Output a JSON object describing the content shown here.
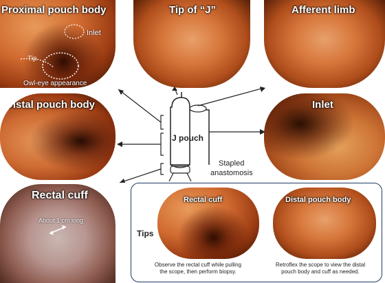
{
  "panels": {
    "proximal_pouch_body": {
      "title": "Proximal pouch body",
      "inlet_label": "Inlet",
      "tip_label": "Tip",
      "owl_eye_label": "Owl-eye appearance"
    },
    "tip_of_j": {
      "title": "Tip of “J”"
    },
    "afferent_limb": {
      "title": "Afferent limb"
    },
    "distal_pouch_body": {
      "title": "Distal pouch body"
    },
    "inlet": {
      "title": "Inlet"
    },
    "rectal_cuff": {
      "title": "Rectal cuff",
      "length_label": "About 1 cm long"
    }
  },
  "diagram": {
    "pouch_label": "J pouch",
    "stapled_label_line1": "Stapled",
    "stapled_label_line2": "anastomosis"
  },
  "tips": {
    "heading": "Tips",
    "left_image_label": "Rectal cuff",
    "right_image_label": "Distal pouch body",
    "left_caption_line1": "Observe the rectal cuff while pulling",
    "left_caption_line2": "the scope, then perform biopsy.",
    "right_caption_line1": "Retroflex the scope to view the distal",
    "right_caption_line2": "pouch body and cuff as needed."
  },
  "colors": {
    "tip_box_border": "#1f3a63",
    "mucosa": "#d06a30"
  }
}
